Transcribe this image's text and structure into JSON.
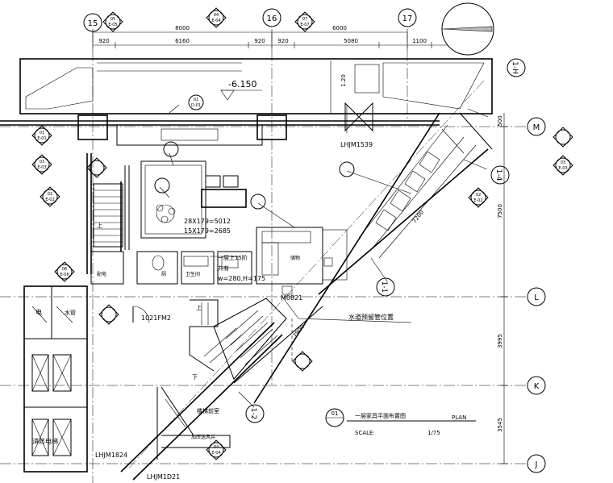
{
  "grid_axes": {
    "top": [
      "15",
      "16",
      "17"
    ],
    "right": [
      "M",
      "L",
      "K",
      "J"
    ],
    "diagonal": [
      "1-H",
      "1-4",
      "1-1",
      "1-2"
    ]
  },
  "dimensions_top_row1": [
    "8000",
    "6000"
  ],
  "dimensions_top_row2": [
    "920",
    "6160",
    "920",
    "920",
    "5080",
    "1100"
  ],
  "dimensions_right": [
    "500",
    "7500",
    "3995",
    "3545"
  ],
  "dimension_inner_vertical": "1.20",
  "dimension_inner_diag": [
    "7200",
    "7900"
  ],
  "elevation": "-6.150",
  "door_tags": [
    "LHJM1539",
    "M0821",
    "1021FM2",
    "LHJM1824",
    "LHJM1D21"
  ],
  "stair_notes": [
    "28X179=5012",
    "15X179=2685"
  ],
  "tread_notes": [
    "一层上15阶",
    "共有",
    "w=280,H=175"
  ],
  "room_labels": [
    "电",
    "水管",
    "消防电梯",
    "楼梯前室",
    "加压送风井",
    "上",
    "下",
    "上",
    "配电",
    "卫生间",
    "厕",
    "储物"
  ],
  "callout_text": "水道预留管位置",
  "section_markers": [
    {
      "top": "05",
      "bottom": "E-05"
    },
    {
      "top": "04",
      "bottom": "E-04"
    },
    {
      "top": "07",
      "bottom": "E-07"
    },
    {
      "top": "01",
      "bottom": "E-01"
    },
    {
      "top": "02",
      "bottom": "E-02"
    },
    {
      "top": "03",
      "bottom": "E-03"
    },
    {
      "top": "01",
      "bottom": "D-01"
    },
    {
      "top": "06",
      "bottom": "E-06"
    },
    {
      "top": "02",
      "bottom": "E-02"
    },
    {
      "top": "03",
      "bottom": "E-03"
    },
    {
      "top": "04",
      "bottom": "E-04"
    }
  ],
  "title_block": {
    "number": "01",
    "title": "一层家具平面布置图",
    "plan_label": "PLAN",
    "scale_label": "SCALE:",
    "scale_value": "1/75"
  },
  "colors": {
    "line": "#000000",
    "background": "#ffffff"
  }
}
